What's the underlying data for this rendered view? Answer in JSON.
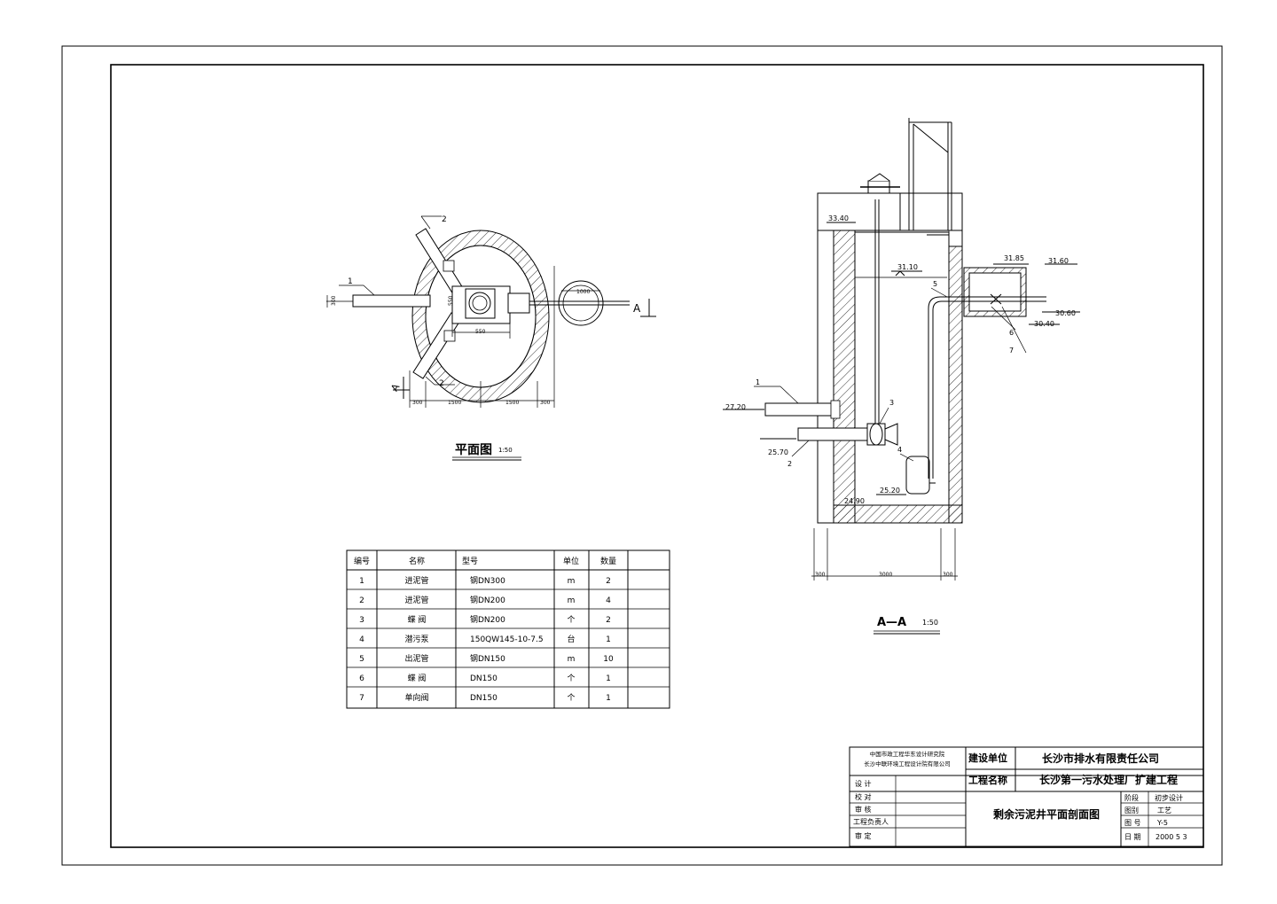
{
  "plan": {
    "title": "平面图",
    "scale": "1:50",
    "section_mark": "A",
    "callouts": [
      "1",
      "2",
      "2"
    ],
    "dims": {
      "pipe_width": "300",
      "box": "550",
      "box_bottom": "550",
      "aux_dia": "1000",
      "bottom": [
        "300",
        "1500",
        "1500",
        "300"
      ]
    }
  },
  "section": {
    "title": "A—A",
    "scale": "1:50",
    "elevations": {
      "top": "33.40",
      "water": "31.10",
      "inlet": "27.20",
      "pipe2": "25.70",
      "floor": "25.20",
      "bottom": "24.90",
      "box_top": "31.85",
      "right_top": "31.60",
      "right_mid": "30.60",
      "right_low": "30.40"
    },
    "callouts": [
      "1",
      "2",
      "3",
      "4",
      "5",
      "6",
      "7"
    ],
    "dims": [
      "300",
      "3000",
      "300"
    ]
  },
  "parts_table": {
    "headers": [
      "编号",
      "名称",
      "型号",
      "单位",
      "数量",
      ""
    ],
    "rows": [
      {
        "no": "1",
        "name": "进泥管",
        "model": "钢DN300",
        "unit": "m",
        "qty": "2"
      },
      {
        "no": "2",
        "name": "进泥管",
        "model": "钢DN200",
        "unit": "m",
        "qty": "4"
      },
      {
        "no": "3",
        "name": "蝶 阀",
        "model": "钢DN200",
        "unit": "个",
        "qty": "2"
      },
      {
        "no": "4",
        "name": "潜污泵",
        "model": "150QW145-10-7.5",
        "unit": "台",
        "qty": "1"
      },
      {
        "no": "5",
        "name": "出泥管",
        "model": "钢DN150",
        "unit": "m",
        "qty": "10"
      },
      {
        "no": "6",
        "name": "蝶 阀",
        "model": "DN150",
        "unit": "个",
        "qty": "1"
      },
      {
        "no": "7",
        "name": "单向阀",
        "model": "DN150",
        "unit": "个",
        "qty": "1"
      }
    ]
  },
  "title_block": {
    "designer_org_1": "中国市政工程华东设计研究院",
    "designer_org_2": "长沙中联环境工程设计院有限公司",
    "client_label": "建设单位",
    "client": "长沙市排水有限责任公司",
    "project_label": "工程名称",
    "project": "长沙第一污水处理厂扩建工程",
    "roles": [
      "设 计",
      "校 对",
      "审 核",
      "工程负责人",
      "审 定"
    ],
    "drawing_title": "剩余污泥井平面剖面图",
    "stage_label": "阶段",
    "stage": "初步设计",
    "category_label": "图别",
    "category": "工艺",
    "number_label": "图 号",
    "number": "Y-5",
    "date_label": "日 期",
    "date": "2000 5 3"
  }
}
